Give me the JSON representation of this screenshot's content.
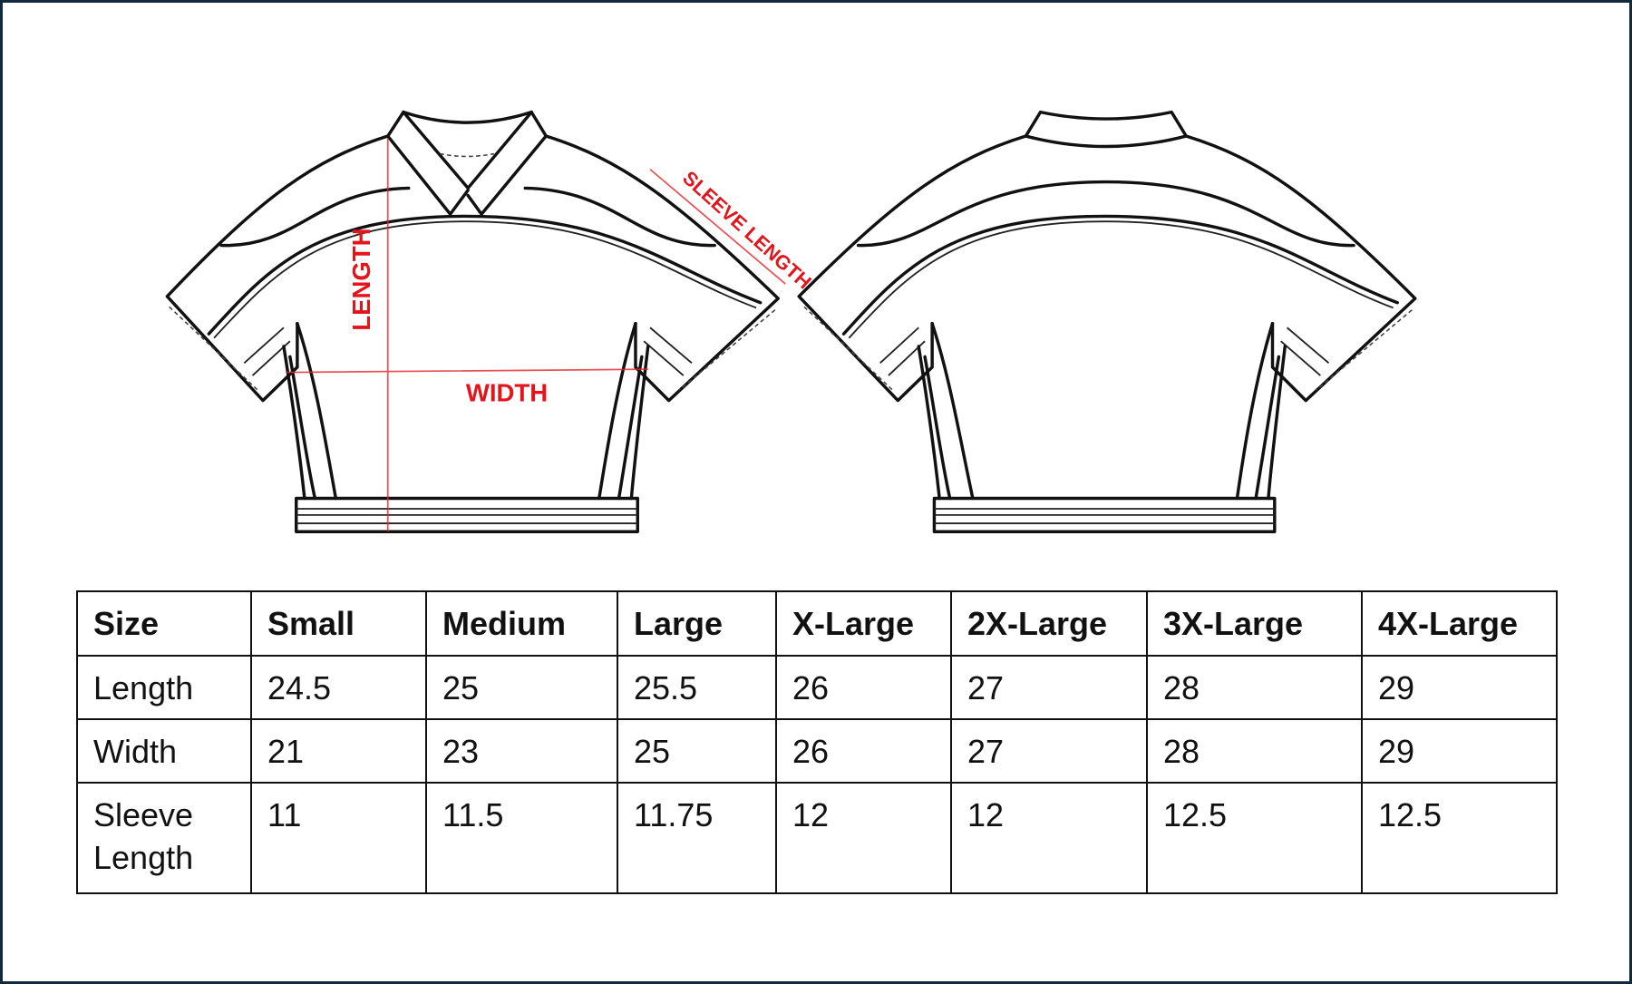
{
  "diagram": {
    "labels": {
      "length": "LENGTH",
      "width": "WIDTH",
      "sleeve_length": "SLEEVE LENGTH"
    },
    "accent_color": "#e3141b"
  },
  "size_table": {
    "headers": [
      "Size",
      "Small",
      "Medium",
      "Large",
      "X-Large",
      "2X-Large",
      "3X-Large",
      "4X-Large"
    ],
    "rows": [
      {
        "label": "Length",
        "values": [
          "24.5",
          "25",
          "25.5",
          "26",
          "27",
          "28",
          "29"
        ]
      },
      {
        "label": "Width",
        "values": [
          "21",
          "23",
          "25",
          "26",
          "27",
          "28",
          "29"
        ]
      },
      {
        "label": "Sleeve Length",
        "values": [
          "11",
          "11.5",
          "11.75",
          "12",
          "12",
          "12.5",
          "12.5"
        ]
      }
    ]
  }
}
